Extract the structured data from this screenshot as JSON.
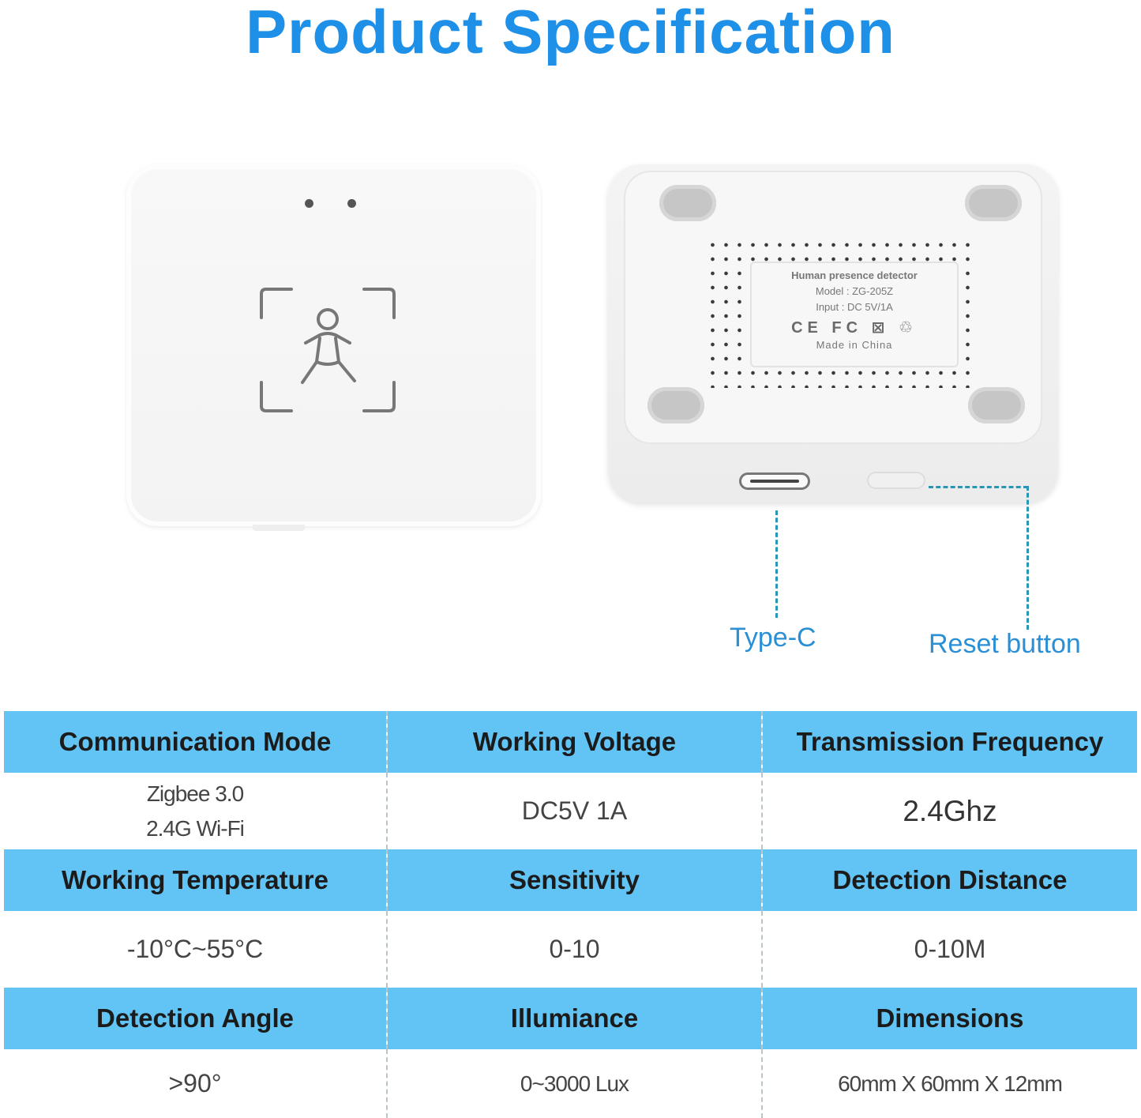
{
  "title": "Product Specification",
  "device_back_label": {
    "line1": "Human presence detector",
    "line2": "Model : ZG-205Z",
    "line3": "Input : DC 5V/1A",
    "marks": "CE FC ⊠ ♲",
    "line4": "Made in China"
  },
  "callouts": {
    "type_c": "Type-C",
    "reset": "Reset button"
  },
  "specs": {
    "row1": {
      "headers": [
        "Communication Mode",
        "Working Voltage",
        "Transmission Frequency"
      ],
      "values": [
        "Zigbee 3.0",
        "2.4G Wi-Fi",
        "DC5V 1A",
        "2.4Ghz"
      ]
    },
    "row2": {
      "headers": [
        "Working Temperature",
        "Sensitivity",
        "Detection Distance"
      ],
      "values": [
        "-10°C~55°C",
        "0-10",
        "0-10M"
      ]
    },
    "row3": {
      "headers": [
        "Detection Angle",
        "Illumiance",
        "Dimensions"
      ],
      "values": [
        ">90°",
        "0~3000 Lux",
        "60mm X 60mm X 12mm"
      ]
    }
  },
  "colors": {
    "title": "#1e90e8",
    "header_bg": "#62c4f5",
    "callout": "#2b8fd6",
    "dash": "#2a96b5"
  },
  "icons": [
    "presence-person-icon",
    "ce-mark-icon",
    "fcc-mark-icon",
    "weee-bin-icon",
    "recycle-icon"
  ]
}
